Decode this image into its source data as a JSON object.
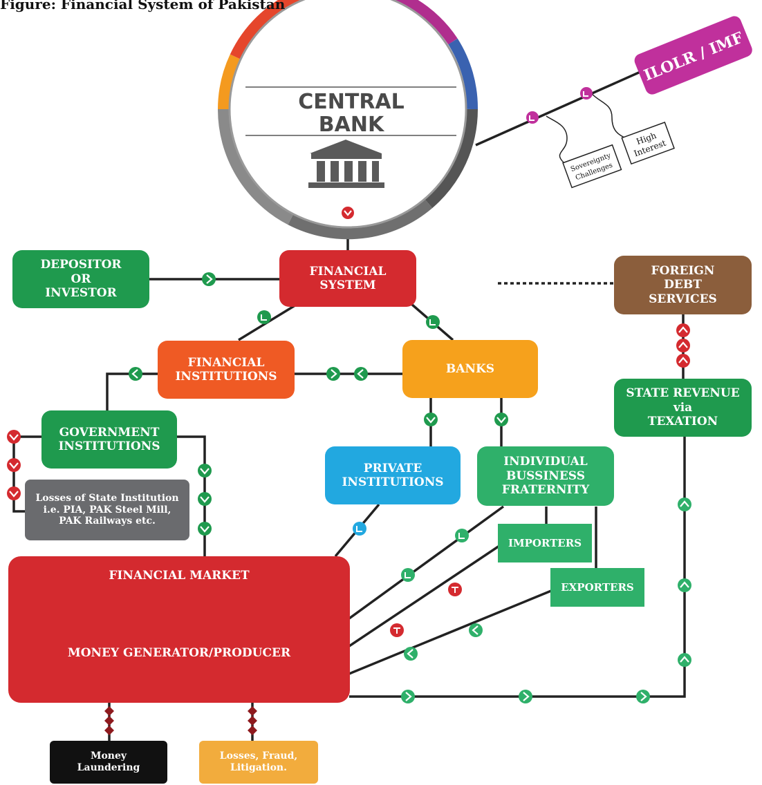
{
  "caption": "Figure: Financial System of Pakistan",
  "central_bank": {
    "line1": "CENTRAL",
    "line2": "BANK",
    "icon": "bank-building-icon"
  },
  "imf": "ILOLR / IMF",
  "imf_notes": [
    "High\nInterest",
    "Sovereignty\nChallenges"
  ],
  "nodes": {
    "depositor": "DEPOSITOR\nOR\nINVESTOR",
    "financial_system": "FINANCIAL\nSYSTEM",
    "foreign_debt": "FOREIGN\nDEBT\nSERVICES",
    "financial_institutions": "FINANCIAL\nINSTITUTIONS",
    "banks": "BANKS",
    "state_revenue": "STATE REVENUE\nvia\nTEXATION",
    "government_institutions": "GOVERNMENT\nINSTITUTIONS",
    "private_institutions": "PRIVATE\nINSTITUTIONS",
    "individual_business": "INDIVIDUAL\nBUSSINESS\nFRATERNITY",
    "losses_state": "Losses of State Institution\ni.e. PIA, PAK Steel Mill,\nPAK Railways etc.",
    "importers": "IMPORTERS",
    "exporters": "EXPORTERS",
    "financial_market_title": "FINANCIAL MARKET",
    "money_generator": "MONEY GENERATOR/PRODUCER",
    "money_laundering": "Money\nLaundering",
    "losses_fraud": "Losses, Fraud,\nLitigation."
  },
  "colors": {
    "red": "#d42a2f",
    "green": "#1f9a4e",
    "green_light": "#2fb06a",
    "orange": "#ef5a24",
    "amber": "#f6a11c",
    "blue": "#22a8e0",
    "gray": "#6a6b6e",
    "brown": "#8b5e3c",
    "magenta": "#c0309c",
    "black": "#111111",
    "gold": "#f2ac3d"
  }
}
